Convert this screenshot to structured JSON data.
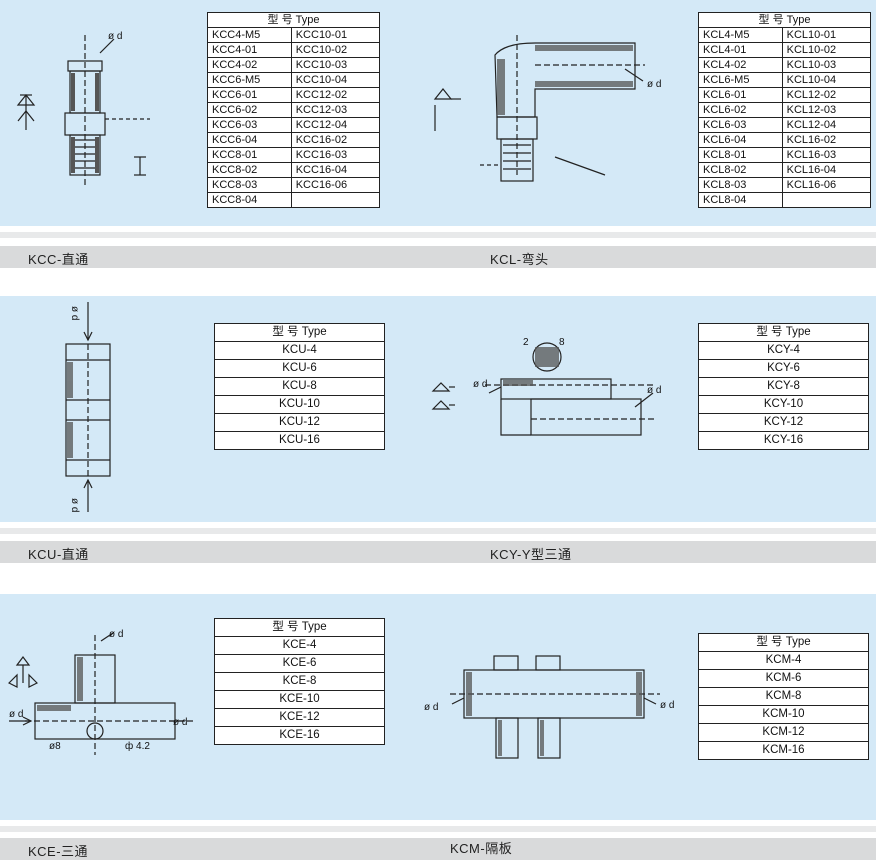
{
  "kcc": {
    "caption": "KCC-直通",
    "header": "型 号 Type",
    "col1": [
      "KCC4-M5",
      "KCC4-01",
      "KCC4-02",
      "KCC6-M5",
      "KCC6-01",
      "KCC6-02",
      "KCC6-03",
      "KCC6-04",
      "KCC8-01",
      "KCC8-02",
      "KCC8-03",
      "KCC8-04"
    ],
    "col2": [
      "KCC10-01",
      "KCC10-02",
      "KCC10-03",
      "KCC10-04",
      "KCC12-02",
      "KCC12-03",
      "KCC12-04",
      "KCC16-02",
      "KCC16-03",
      "KCC16-04",
      "KCC16-06",
      ""
    ],
    "dim_label": "ø d"
  },
  "kcl": {
    "caption": "KCL-弯头",
    "header": "型 号 Type",
    "col1": [
      "KCL4-M5",
      "KCL4-01",
      "KCL4-02",
      "KCL6-M5",
      "KCL6-01",
      "KCL6-02",
      "KCL6-03",
      "KCL6-04",
      "KCL8-01",
      "KCL8-02",
      "KCL8-03",
      "KCL8-04"
    ],
    "col2": [
      "KCL10-01",
      "KCL10-02",
      "KCL10-03",
      "KCL10-04",
      "KCL12-02",
      "KCL12-03",
      "KCL12-04",
      "KCL16-02",
      "KCL16-03",
      "KCL16-04",
      "KCL16-06",
      ""
    ],
    "dim_label": "ø d"
  },
  "kcu": {
    "caption": "KCU-直通",
    "header": "型 号 Type",
    "rows": [
      "KCU-4",
      "KCU-6",
      "KCU-8",
      "KCU-10",
      "KCU-12",
      "KCU-16"
    ],
    "dim_label": "ø d"
  },
  "kcy": {
    "caption": "KCY-Y型三通",
    "header": "型 号 Type",
    "rows": [
      "KCY-4",
      "KCY-6",
      "KCY-8",
      "KCY-10",
      "KCY-12",
      "KCY-16"
    ],
    "dim_label": "ø d",
    "callout_a": "2",
    "callout_b": "8"
  },
  "kce": {
    "caption": "KCE-三通",
    "header": "型 号 Type",
    "rows": [
      "KCE-4",
      "KCE-6",
      "KCE-8",
      "KCE-10",
      "KCE-12",
      "KCE-16"
    ],
    "dim_label": "ø d",
    "dim_8": "ø8",
    "dim_42": "ф 4.2"
  },
  "kcm": {
    "caption": "KCM-隔板",
    "header": "型 号 Type",
    "rows": [
      "KCM-4",
      "KCM-6",
      "KCM-8",
      "KCM-10",
      "KCM-12",
      "KCM-16"
    ],
    "dim_label": "ø d"
  },
  "colors": {
    "panel": "#d4e9f7",
    "band": "#d9dadb",
    "line": "#222222"
  }
}
